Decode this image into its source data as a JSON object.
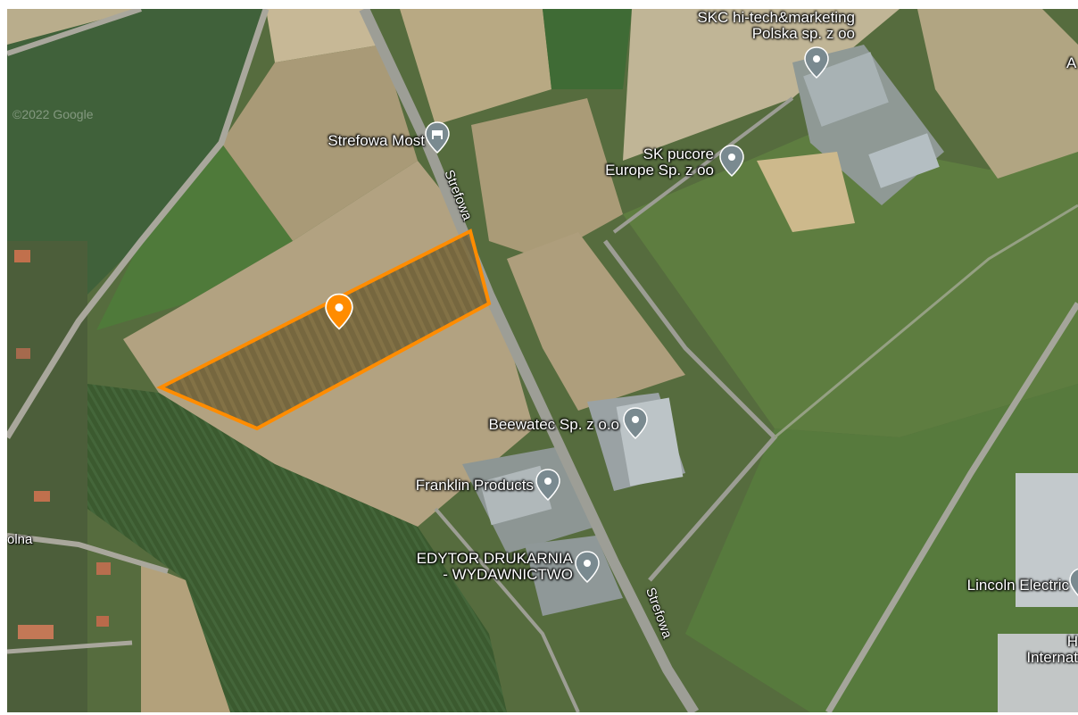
{
  "map": {
    "watermark": "©2022 Google",
    "roads": [
      {
        "id": "strefowa-north",
        "name": "Strefowa"
      },
      {
        "id": "strefowa-south",
        "name": "Strefowa"
      },
      {
        "id": "olna",
        "name": "olna"
      }
    ],
    "places": [
      {
        "id": "skc",
        "lines": [
          "SKC hi-tech&marketing",
          "Polska sp. z oo"
        ],
        "icon": "location-pin-icon"
      },
      {
        "id": "sk-pucore",
        "lines": [
          "SK pucore",
          "Europe Sp. z oo"
        ],
        "icon": "location-pin-icon"
      },
      {
        "id": "strefowa-most",
        "lines": [
          "Strefowa Most"
        ],
        "icon": "hotel-icon"
      },
      {
        "id": "beewatec",
        "lines": [
          "Beewatec Sp. z o.o"
        ],
        "icon": "location-pin-icon"
      },
      {
        "id": "franklin",
        "lines": [
          "Franklin Products"
        ],
        "icon": "location-pin-icon"
      },
      {
        "id": "edytor",
        "lines": [
          "EDYTOR DRUKARNIA",
          "- WYDAWNICTWO"
        ],
        "icon": "location-pin-icon"
      },
      {
        "id": "lincoln",
        "lines": [
          "Lincoln Electric"
        ],
        "icon": "location-pin-icon"
      },
      {
        "id": "h-intern",
        "lines": [
          "H",
          "Internat"
        ],
        "icon": "location-pin-icon"
      },
      {
        "id": "edge-a",
        "lines": [
          "A"
        ],
        "icon": "location-pin-icon"
      }
    ],
    "selected_plot": {
      "highlight_color": "#ff8c00",
      "icon": "selected-location-pin-icon"
    },
    "colors": {
      "pin": "#7a8a90",
      "selection": "#ff8c00"
    }
  }
}
